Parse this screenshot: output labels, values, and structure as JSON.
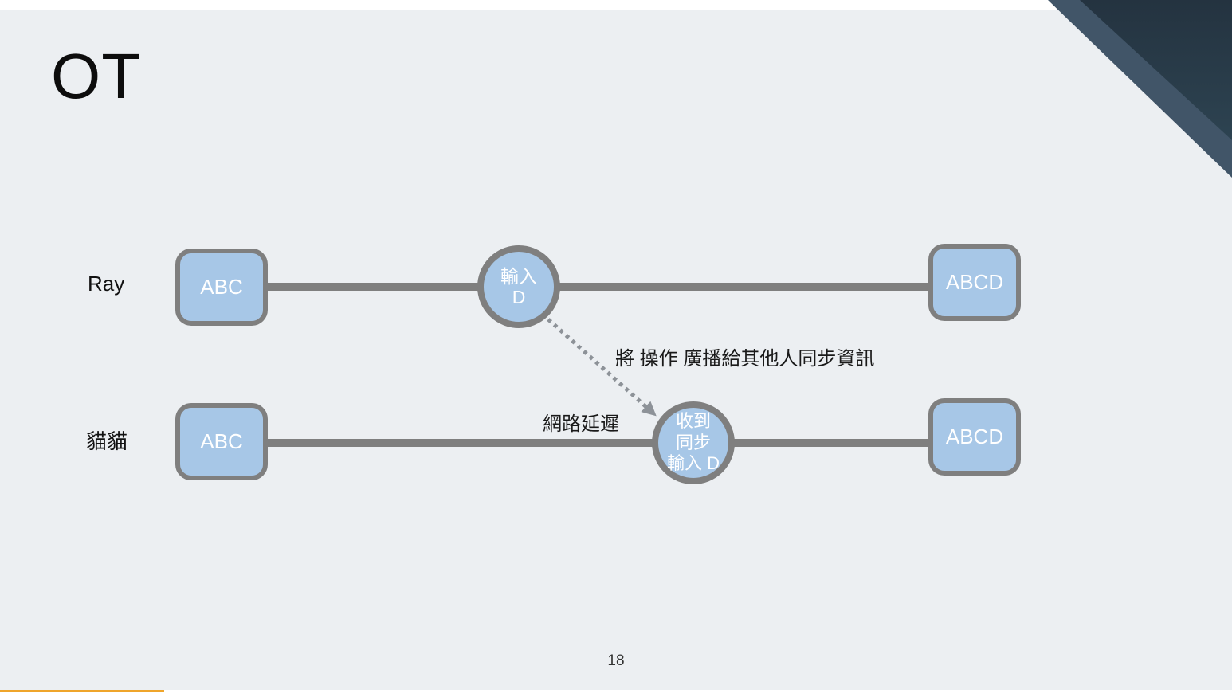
{
  "slide": {
    "title": "OT",
    "page_number": "18",
    "rows": [
      {
        "actor": "Ray",
        "start_label": "ABC",
        "event_lines": [
          "輸入",
          "D"
        ],
        "end_label": "ABCD"
      },
      {
        "actor": "貓貓",
        "start_label": "ABC",
        "event_lines": [
          "收到",
          "同步",
          "輸入 D"
        ],
        "end_label": "ABCD"
      }
    ],
    "annotations": {
      "broadcast": "將 操作 廣播給其他人同步資訊",
      "network_delay": "網路延遲"
    },
    "colors": {
      "background": "#eceff2",
      "node_fill": "#a7c7e7",
      "node_border": "#7f7f7f",
      "connector": "#7f7f7f",
      "arrow": "#8d9298",
      "accent_bar": "#efa52b",
      "triangle_band": "#415568",
      "triangle_dark_top": "#243340",
      "triangle_dark_bottom": "#2d4351"
    }
  }
}
